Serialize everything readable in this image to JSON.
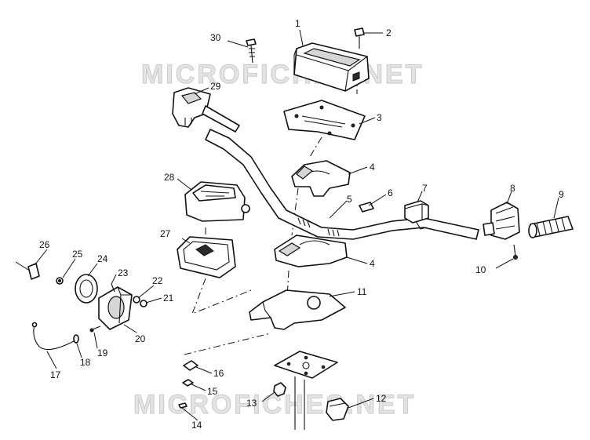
{
  "watermark": "MICROFICHES.NET",
  "callouts": {
    "c1": "1",
    "c2": "2",
    "c3": "3",
    "c4a": "4",
    "c4b": "4",
    "c5": "5",
    "c6": "6",
    "c7": "7",
    "c8": "8",
    "c9": "9",
    "c10": "10",
    "c11": "11",
    "c12": "12",
    "c13": "13",
    "c14": "14",
    "c15": "15",
    "c16": "16",
    "c17": "17",
    "c18": "18",
    "c19": "19",
    "c20": "20",
    "c21": "21",
    "c22": "22",
    "c23": "23",
    "c24": "24",
    "c25": "25",
    "c26": "26",
    "c27": "27",
    "c28": "28",
    "c29": "29",
    "c30": "30"
  }
}
